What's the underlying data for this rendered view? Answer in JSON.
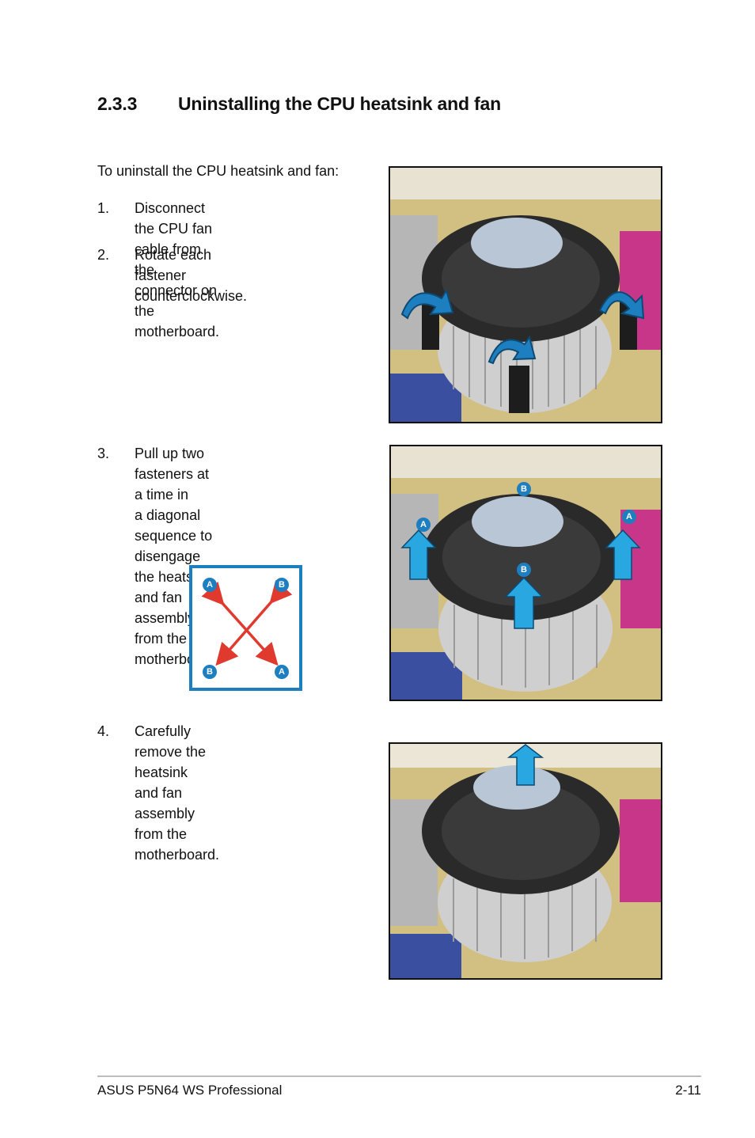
{
  "section": {
    "number": "2.3.3",
    "title": "Uninstalling the CPU heatsink and fan"
  },
  "intro": "To uninstall the CPU heatsink and fan:",
  "steps": [
    {
      "num": "1.",
      "line1": "Disconnect the CPU fan cable from",
      "line2": "the connector on the motherboard."
    },
    {
      "num": "2.",
      "line1": "Rotate each fastener",
      "line2": "counterclockwise."
    },
    {
      "num": "3.",
      "line1": "Pull up two fasteners at a time in",
      "line2": "a diagonal sequence to disengage",
      "line3": "the heatsink and fan assembly",
      "line4": "from the motherboard."
    },
    {
      "num": "4.",
      "line1": "Carefully remove the heatsink",
      "line2": "and fan assembly from the",
      "line3": "motherboard."
    }
  ],
  "diagram_labels": {
    "top_left": "A",
    "top_right": "B",
    "bottom_left": "B",
    "bottom_right": "A"
  },
  "photo2_labels": {
    "top": "B",
    "left": "A",
    "right": "A",
    "center": "B"
  },
  "colors": {
    "accent_blue": "#1e7fc0",
    "arrow_red": "#e03a2f"
  },
  "footer": {
    "left": "ASUS P5N64 WS Professional",
    "right": "2-11"
  }
}
